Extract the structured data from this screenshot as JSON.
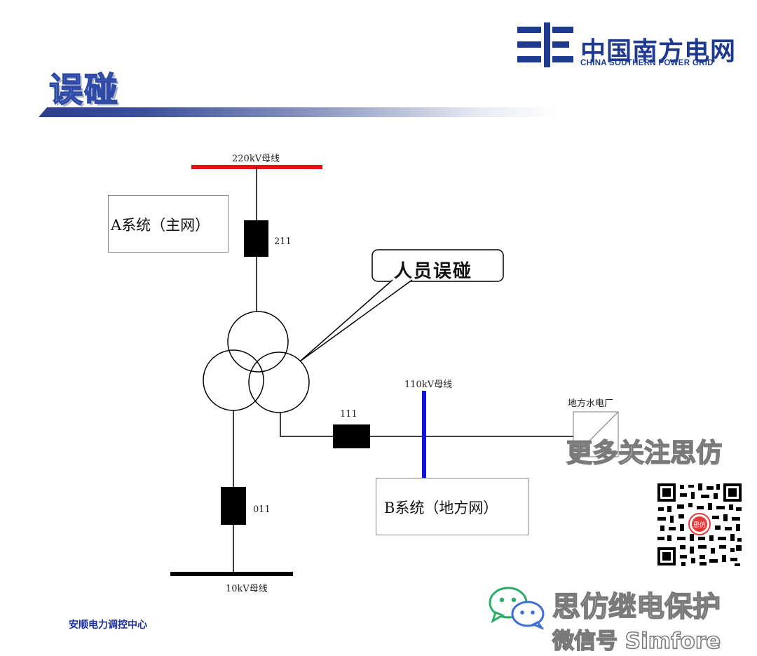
{
  "header": {
    "title": "误碰",
    "logo_cn": "中国南方电网",
    "logo_en": "CHINA SOUTHERN POWER GRID"
  },
  "diagram": {
    "bus_220kv": "220kV母线",
    "breaker_211": "211",
    "system_a": "A系统（主网）",
    "callout": "人员误碰",
    "bus_110kv": "110kV母线",
    "breaker_111": "111",
    "hydro_plant": "地方水电厂",
    "system_b": "B系统（地方网）",
    "breaker_011": "011",
    "bus_10kv": "10kV母线",
    "colors": {
      "bus_220kv": "#e81212",
      "bus_110kv": "#1010e0",
      "bus_10kv": "#000000",
      "logo": "#1d3a8f"
    }
  },
  "footer": {
    "org": "安顺电力调控中心"
  },
  "watermark": {
    "follow": "更多关注思仿",
    "name": "思仿继电保护",
    "account": "微信号 Simfore",
    "qr_badge": "思仿"
  }
}
